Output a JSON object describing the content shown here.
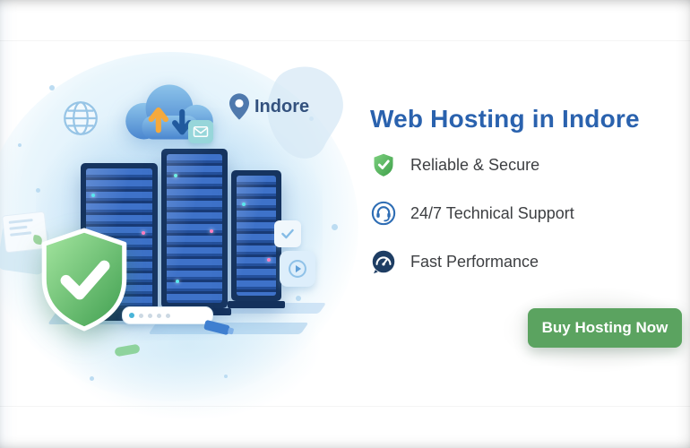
{
  "hero": {
    "title": "Web Hosting in Indore",
    "location_label": "Indore",
    "features": [
      {
        "icon": "shield-check-icon",
        "label": "Reliable & Secure"
      },
      {
        "icon": "headset-support-icon",
        "label": "24/7 Technical Support"
      },
      {
        "icon": "speedometer-icon",
        "label": "Fast Performance"
      }
    ],
    "cta": {
      "label": "Buy Hosting Now"
    }
  },
  "colors": {
    "title": "#2a62ae",
    "feature_text": "#3d3f42",
    "cta_bg": "#5ba360",
    "cta_text": "#ffffff",
    "shield_green": "#47a34f",
    "server_blue": "#2d5aa8",
    "illustration_blue": "#cfe6f5"
  }
}
